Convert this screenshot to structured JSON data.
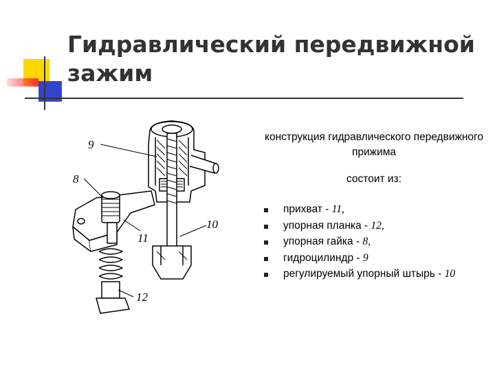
{
  "slide": {
    "title": "Гидравлический передвижной зажим",
    "intro": "конструкция гидравлического передвижного прижима",
    "consists_of": "состоит из:",
    "items": [
      {
        "label": "прихват - ",
        "num": "11,"
      },
      {
        "label": " упорная планка - ",
        "num": "12,"
      },
      {
        "label": "упорная гайка - ",
        "num": "8,"
      },
      {
        "label": "гидроцилиндр - ",
        "num": "9"
      },
      {
        "label": "регулируемый упорный штырь - ",
        "num": "10"
      }
    ]
  },
  "drawing": {
    "callouts": {
      "c9": "9",
      "c8": "8",
      "c10": "10",
      "c11": "11",
      "c12": "12"
    }
  },
  "colors": {
    "yellow": "#FFD700",
    "red": "#FF3030",
    "blue": "#3344CC",
    "text": "#333333"
  }
}
